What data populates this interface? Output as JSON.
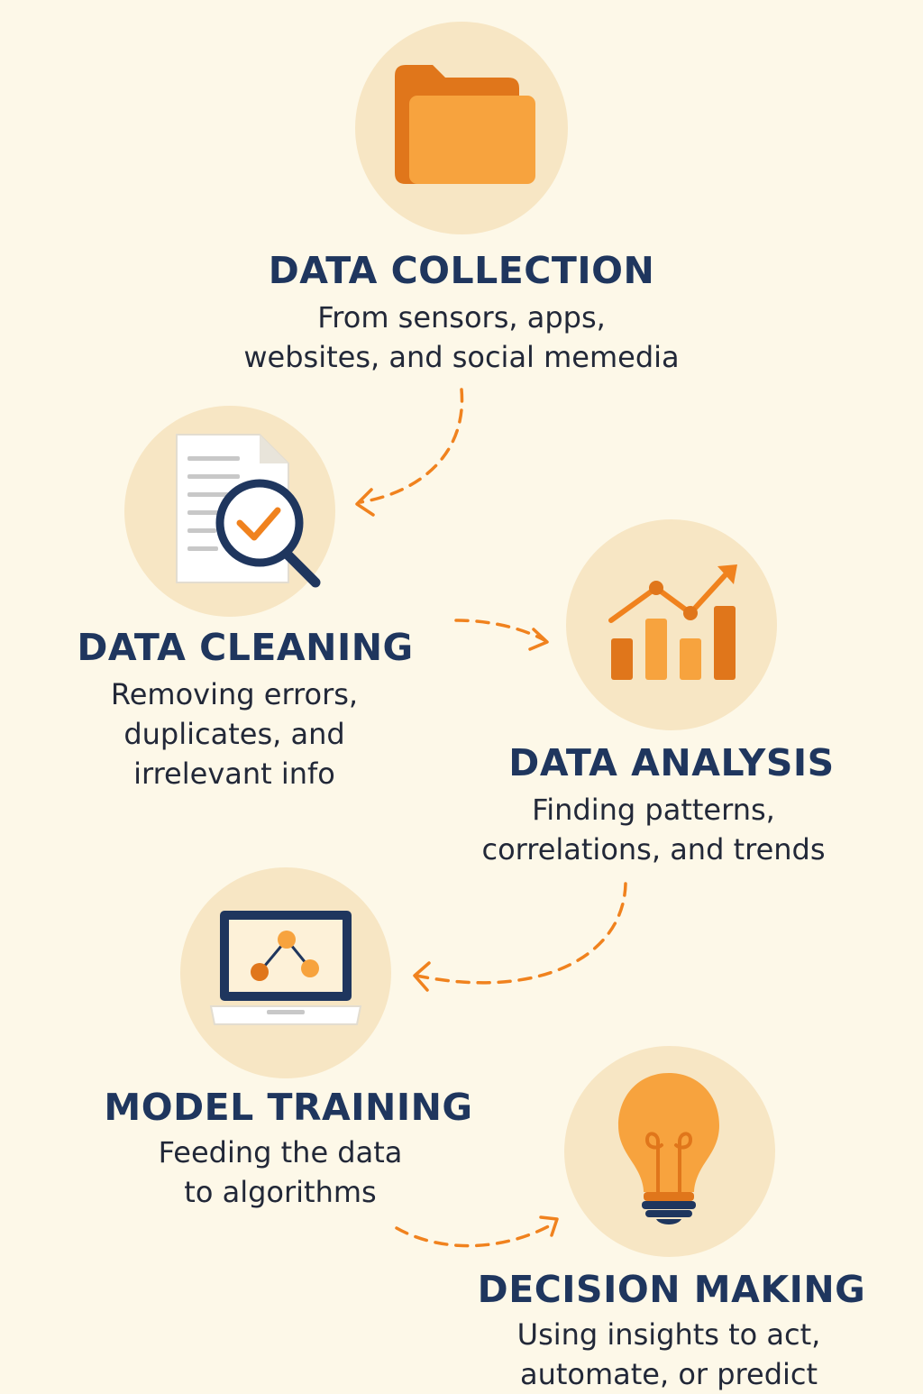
{
  "colors": {
    "background": "#fdf8e8",
    "circle": "#f7e6c4",
    "title": "#1f365e",
    "text": "#222838",
    "accent": "#f0821e",
    "accent_light": "#f7a33e",
    "accent_dark": "#e0761b"
  },
  "steps": [
    {
      "icon": "folder-icon",
      "title": "DATA COLLECTION",
      "description": [
        "From sensors, apps,",
        "websites, and social memedia"
      ]
    },
    {
      "icon": "document-magnifier-icon",
      "title": "DATA CLEANING",
      "description": [
        "Removing errors,",
        "duplicates, and",
        "irrelevant info"
      ]
    },
    {
      "icon": "bar-chart-icon",
      "title": "DATA ANALYSIS",
      "description": [
        "Finding patterns,",
        "correlations, and trends"
      ]
    },
    {
      "icon": "laptop-network-icon",
      "title": "MODEL TRAINING",
      "description": [
        "Feeding the data",
        "to algorithms"
      ]
    },
    {
      "icon": "lightbulb-icon",
      "title": "DECISION MAKING",
      "description": [
        "Using insights to act,",
        "automate, or predict"
      ]
    }
  ]
}
